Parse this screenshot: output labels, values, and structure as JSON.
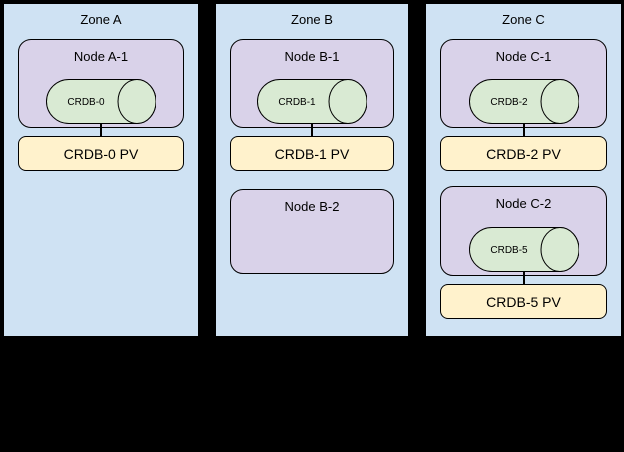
{
  "diagram": {
    "description": "CockroachDB zone/node/persistent-volume topology diagram",
    "background": "#000000"
  },
  "colors": {
    "zone_fill": "#cfe2f3",
    "node_fill": "#d9d2e9",
    "cylinder_fill": "#d9ead3",
    "pv_fill": "#fff2cc",
    "border": "#000000",
    "text": "#000000"
  },
  "zones": [
    {
      "title": "Zone A",
      "groups": [
        {
          "node": "Node A-1",
          "cylinder": "CRDB-0",
          "pv": "CRDB-0 PV"
        }
      ]
    },
    {
      "title": "Zone B",
      "groups": [
        {
          "node": "Node B-1",
          "cylinder": "CRDB-1",
          "pv": "CRDB-1 PV"
        },
        {
          "node": "Node B-2"
        }
      ]
    },
    {
      "title": "Zone C",
      "groups": [
        {
          "node": "Node C-1",
          "cylinder": "CRDB-2",
          "pv": "CRDB-2 PV"
        },
        {
          "node": "Node C-2",
          "cylinder": "CRDB-5",
          "pv": "CRDB-5 PV"
        }
      ]
    }
  ]
}
